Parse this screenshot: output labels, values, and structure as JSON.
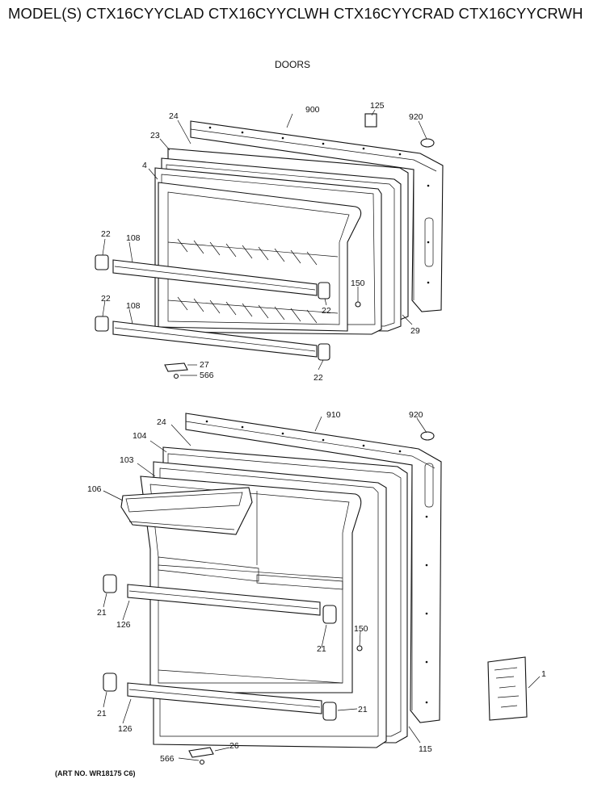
{
  "header": {
    "title": "MODEL(S) CTX16CYYCLAD  CTX16CYYCLWH  CTX16CYYCRAD  CTX16CYYCRWH",
    "section": "DOORS"
  },
  "footer": {
    "art_no": "(ART NO. WR18175 C6)"
  },
  "freezer_labels": {
    "p900": "900",
    "p125": "125",
    "p920": "920",
    "p24": "24",
    "p23": "23",
    "p4": "4",
    "p22a": "22",
    "p108a": "108",
    "p22b": "22",
    "p108b": "108",
    "p150": "150",
    "p22c": "22",
    "p29": "29",
    "p27": "27",
    "p566": "566",
    "p22d": "22"
  },
  "fresh_labels": {
    "p910": "910",
    "p920": "920",
    "p24": "24",
    "p104": "104",
    "p103": "103",
    "p106": "106",
    "p21a": "21",
    "p126a": "126",
    "p150": "150",
    "p21b": "21",
    "p21c": "21",
    "p126b": "126",
    "p21d": "21",
    "p115": "115",
    "p1": "1",
    "p26": "26",
    "p566": "566"
  }
}
